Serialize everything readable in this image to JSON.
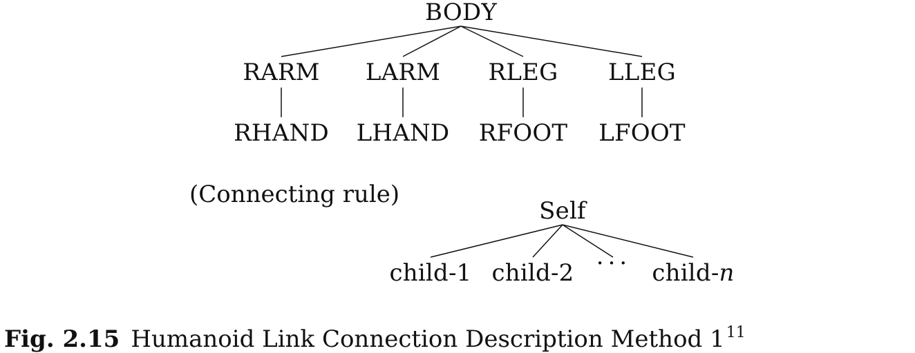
{
  "tree": {
    "root": "BODY",
    "limbs": [
      "RARM",
      "LARM",
      "RLEG",
      "LLEG"
    ],
    "ends": [
      "RHAND",
      "LHAND",
      "RFOOT",
      "LFOOT"
    ]
  },
  "rule": {
    "label": "(Connecting rule)",
    "self": "Self",
    "child_1": "child-1",
    "child_2": "child-2",
    "ellipsis": "···",
    "child_n_prefix": "child-",
    "child_n_var": "n"
  },
  "caption": {
    "prefix": "Fig. 2.15",
    "text": "Humanoid Link Connection Description Method 1",
    "ref": "11"
  }
}
